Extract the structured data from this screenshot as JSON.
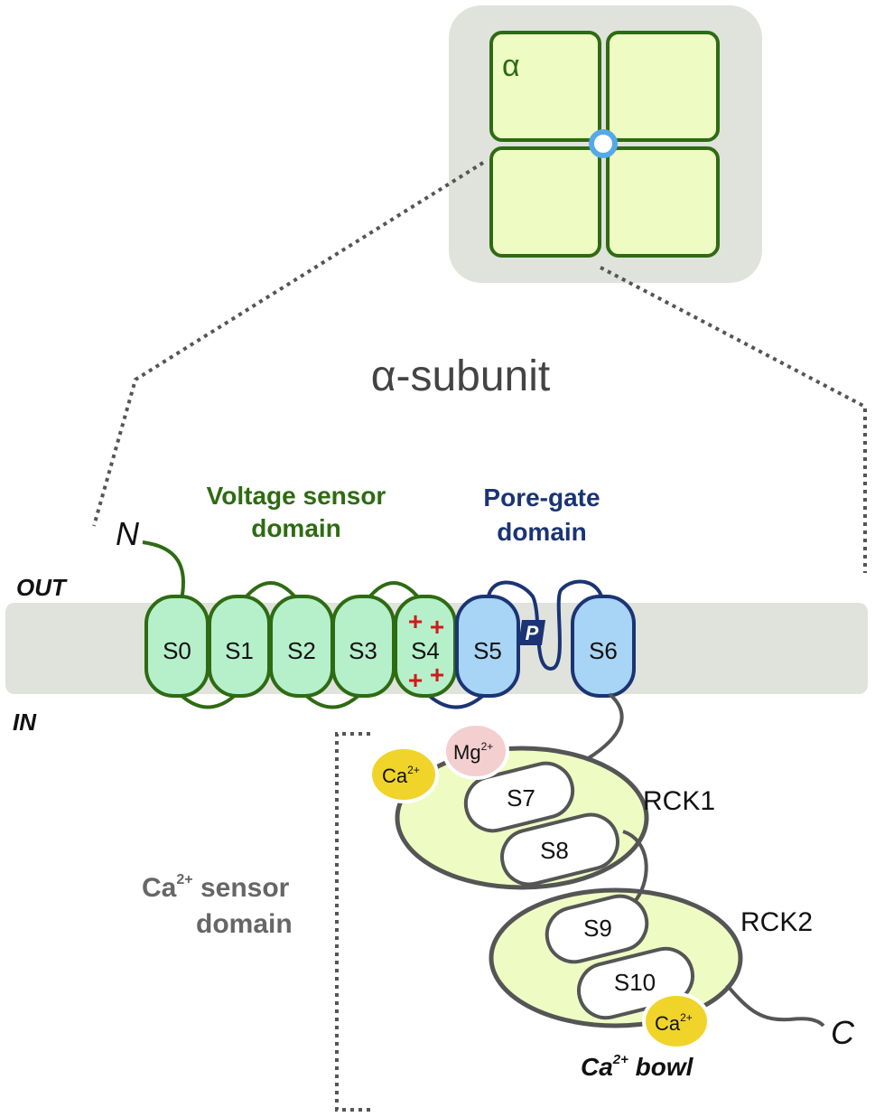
{
  "colors": {
    "green_dark": "#2e6b12",
    "green_fill": "#b5f0cb",
    "green_light": "#eefcc4",
    "blue_dark": "#1a3474",
    "blue_fill": "#a8d4f5",
    "gray_membrane": "#e0e2dc",
    "gray_dark": "#555555",
    "red_plus": "#d11a1a",
    "ca_yellow": "#f0d42a",
    "mg_pink": "#f3cfcf",
    "pore_blue": "#55a9e8"
  },
  "top_view": {
    "subunit_label": "α"
  },
  "title": "α-subunit",
  "membrane": {
    "out_label": "OUT",
    "in_label": "IN"
  },
  "termini": {
    "n": "N",
    "c": "C"
  },
  "voltage_domain": {
    "line1": "Voltage sensor",
    "line2": "domain"
  },
  "pore_domain": {
    "line1": "Pore-gate",
    "line2": "domain",
    "p_label": "P"
  },
  "segments": [
    "S0",
    "S1",
    "S2",
    "S3",
    "S4",
    "S5",
    "S6"
  ],
  "s4_charges": "+",
  "ca_sensor": {
    "line1_main": "Ca",
    "line1_sup": "2+",
    "line1_rest": " sensor",
    "line2": "domain"
  },
  "rck": [
    "RCK1",
    "RCK2"
  ],
  "cytoplasmic_segments": [
    "S7",
    "S8",
    "S9",
    "S10"
  ],
  "ions": {
    "ca_main": "Ca",
    "ca_sup": "2+",
    "mg_main": "Mg",
    "mg_sup": "2+"
  },
  "ca_bowl": {
    "main": "Ca",
    "sup": "2+",
    "rest": " bowl"
  }
}
